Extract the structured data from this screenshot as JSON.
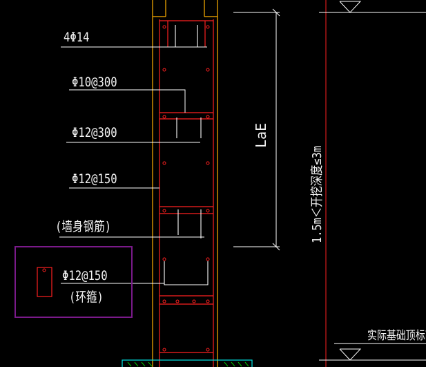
{
  "labels": {
    "longitudinal_bars": "4Φ14",
    "stirrup_upper": "Φ10@300",
    "stirrup_middle": "Φ12@300",
    "stirrup_lower": "Φ12@150",
    "wall_rebar_note": "(墙身钢筋)",
    "ring_stirrup_spec": "Φ12@150",
    "ring_stirrup_note": "(环箍)",
    "anchorage_length": "LaE",
    "excavation_depth": "1.5m＜开挖深度≤3m",
    "foundation_top": "实际基础顶标高"
  },
  "colors": {
    "background": "#000000",
    "rebar_red": "#ff2020",
    "column_outline": "#ffb000",
    "leader_white": "#ffffff",
    "legend_border": "#7a1a8a",
    "foundation_cyan": "#00e5e5",
    "hatch_green": "#00c000"
  }
}
